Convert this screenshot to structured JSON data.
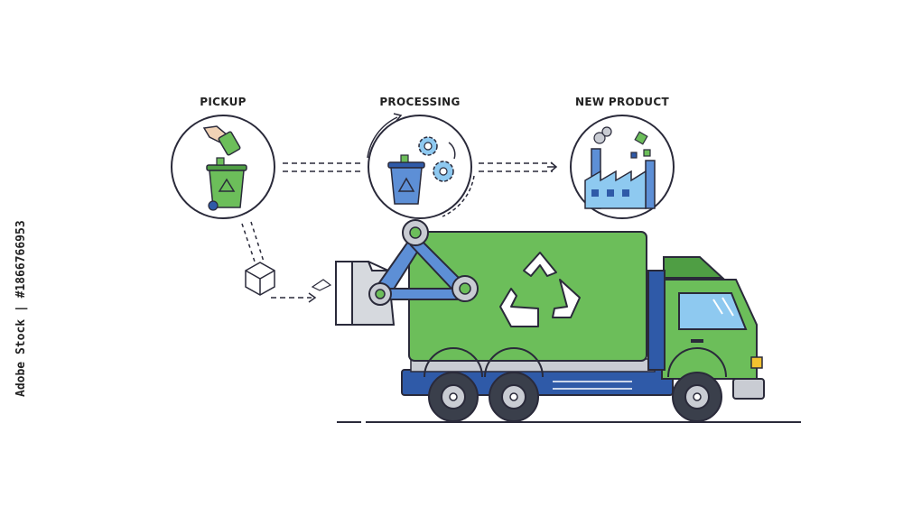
{
  "steps": [
    {
      "label": "PICKUP"
    },
    {
      "label": "PROCESSING"
    },
    {
      "label": "NEW PRODUCT"
    }
  ],
  "stock_id": "Adobe Stock | #1866766953",
  "colors": {
    "outline": "#2a2a3a",
    "green": "#6cbe5a",
    "green_dark": "#4f9e44",
    "blue": "#2f5aa8",
    "light_blue": "#8ec9f0",
    "grey": "#c9ccd3",
    "dark_grey": "#5b6270"
  },
  "icons": [
    "recycle-icon",
    "gear-icon",
    "factory-icon",
    "trash-bin-icon",
    "box-icon",
    "hand-icon",
    "garbage-truck-icon"
  ]
}
